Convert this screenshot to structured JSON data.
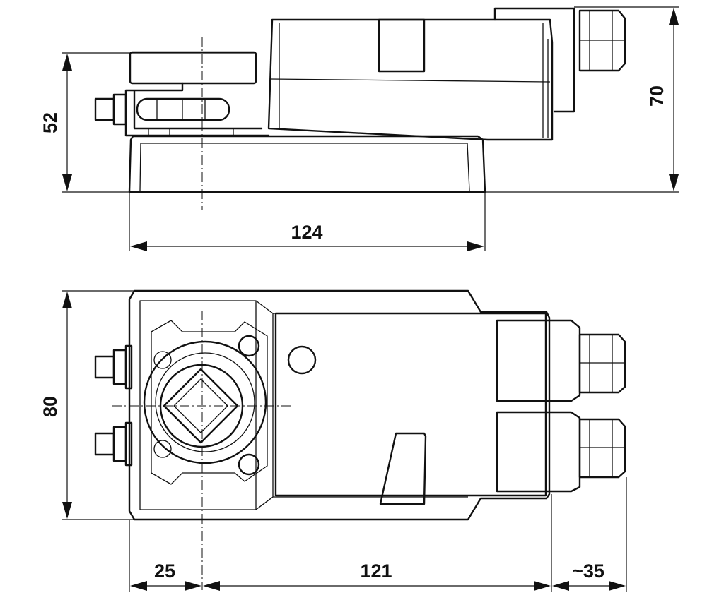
{
  "drawing": {
    "side_view": {
      "height_main": "70",
      "height_base": "52",
      "length": "124"
    },
    "top_view": {
      "width": "80",
      "offset_axis": "25",
      "length_body": "121",
      "gland_overhang": "~35"
    }
  }
}
